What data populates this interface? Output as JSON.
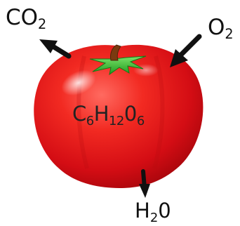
{
  "labels": {
    "co2": {
      "base": "CO",
      "sub": "2"
    },
    "o2": {
      "base": "O",
      "sub": "2"
    },
    "h2o": {
      "base1": "H",
      "sub": "2",
      "base2": "0"
    },
    "glucose": {
      "p1": "C",
      "s1": "6",
      "p2": "H",
      "s2": "12",
      "p3": "0",
      "s3": "6"
    }
  },
  "colors": {
    "tomato": "#e8141c",
    "tomato_dark": "#a8060c",
    "stem": "#2fb52a",
    "stem_dark": "#137a16",
    "arrow": "#111111"
  },
  "icons": {
    "fruit": "tomato-icon",
    "stem": "stem-icon"
  }
}
